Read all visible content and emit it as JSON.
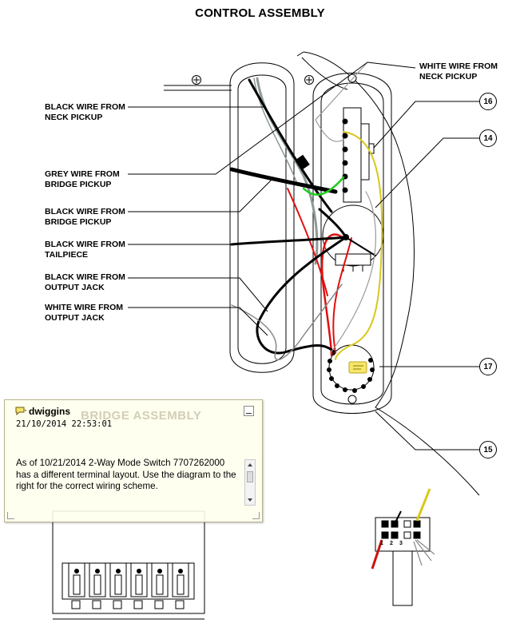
{
  "title": "CONTROL ASSEMBLY",
  "labels": {
    "white_neck": "WHITE WIRE FROM\nNECK PICKUP",
    "black_neck": "BLACK WIRE FROM\nNECK PICKUP",
    "grey_bridge": "GREY WIRE FROM\nBRIDGE PICKUP",
    "black_bridge": "BLACK WIRE FROM\nBRIDGE PICKUP",
    "black_tailpiece": "BLACK WIRE FROM\nTAILPIECE",
    "black_output": "BLACK WIRE FROM\nOUTPUT JACK",
    "white_output": "WHITE WIRE FROM\nOUTPUT JACK"
  },
  "callouts": {
    "c16": "16",
    "c14": "14",
    "c17": "17",
    "c15": "15"
  },
  "comment": {
    "author": "dwiggins",
    "date": "21/10/2014 22:53:01",
    "background_heading": "BRIDGE ASSEMBLY",
    "body": "As of 10/21/2014 2-Way Mode Switch 7707262000 has a different terminal layout. Use the diagram to the right for the correct wiring scheme."
  },
  "switch_terminals": [
    "1",
    "2",
    "3"
  ],
  "colors": {
    "wire_black": "#000000",
    "wire_red": "#e01010",
    "wire_green": "#22cc22",
    "wire_yellow": "#d8c81a",
    "wire_grey": "#8c9a98",
    "note_bg": "#ffffee"
  }
}
